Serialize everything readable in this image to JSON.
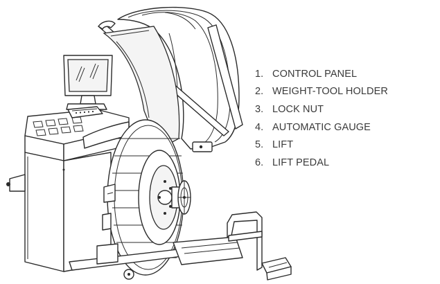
{
  "legend": {
    "items": [
      {
        "number": "1.",
        "label": "CONTROL PANEL"
      },
      {
        "number": "2.",
        "label": "WEIGHT-TOOL HOLDER"
      },
      {
        "number": "3.",
        "label": "LOCK NUT"
      },
      {
        "number": "4.",
        "label": "AUTOMATIC GAUGE"
      },
      {
        "number": "5.",
        "label": "LIFT"
      },
      {
        "number": "6.",
        "label": "LIFT PEDAL"
      }
    ]
  }
}
